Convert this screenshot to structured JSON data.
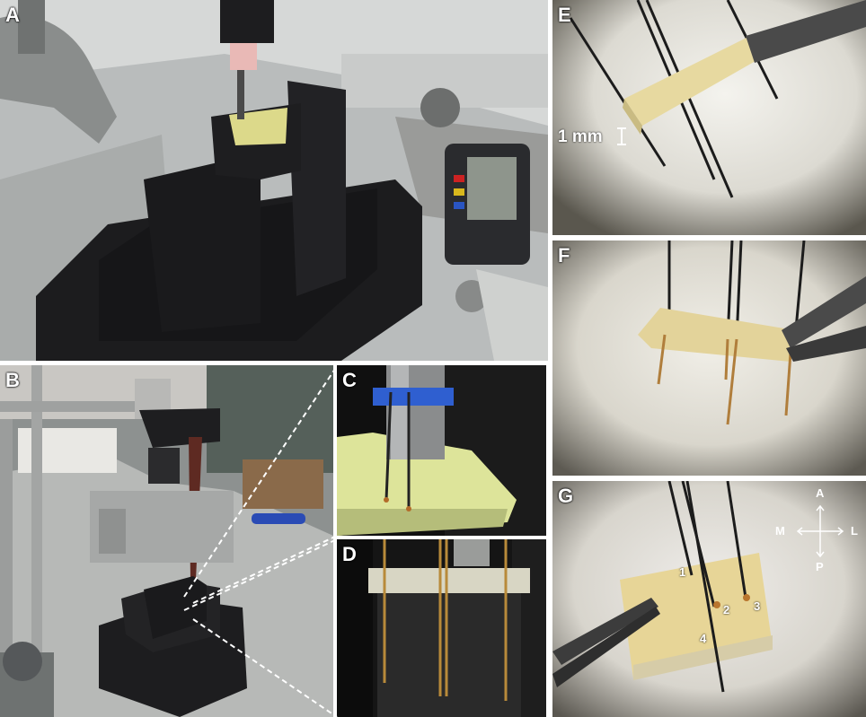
{
  "panels": {
    "A": {
      "label": "A"
    },
    "B": {
      "label": "B"
    },
    "C": {
      "label": "C"
    },
    "D": {
      "label": "D"
    },
    "E": {
      "label": "E",
      "scale_bar_label": "1 mm"
    },
    "F": {
      "label": "F"
    },
    "G": {
      "label": "G",
      "electrodes": [
        "1",
        "2",
        "3",
        "4"
      ],
      "compass": {
        "anterior": "A",
        "posterior": "P",
        "medial": "M",
        "lateral": "L"
      }
    }
  },
  "colors": {
    "label_text": "#ffffff",
    "connector_lines": "#ffffff",
    "tape_blue": "#2f5fd0",
    "board_yellow": "#e8d68a"
  }
}
